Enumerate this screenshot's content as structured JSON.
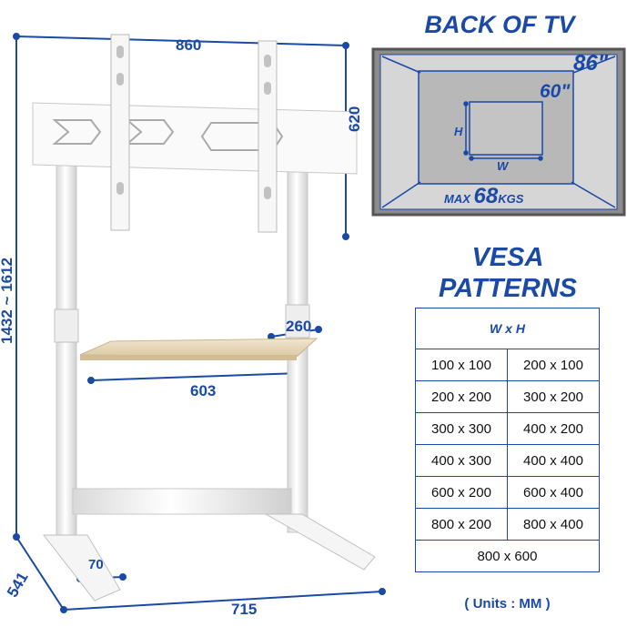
{
  "dimensions": {
    "width_top": "860",
    "height_bracket": "620",
    "height_range": "1432 ~ 1612",
    "shelf_depth": "260",
    "shelf_width": "603",
    "base_depth": "541",
    "foot_width": "70",
    "base_width": "715"
  },
  "back_of_tv": {
    "title": "BACK OF TV",
    "max_size": "86\"",
    "min_size": "60\"",
    "h_label": "H",
    "w_label": "W",
    "max_load_prefix": "MAX",
    "max_load_value": "68",
    "max_load_unit": "KGS"
  },
  "vesa": {
    "title_line1": "VESA",
    "title_line2": "PATTERNS",
    "header": "W x H",
    "rows": [
      [
        "100 x 100",
        "200 x 100"
      ],
      [
        "200 x 200",
        "300 x 200"
      ],
      [
        "300 x 300",
        "400 x 200"
      ],
      [
        "400 x 300",
        "400 x 400"
      ],
      [
        "600 x 200",
        "600 x 400"
      ],
      [
        "800 x 200",
        "800 x 400"
      ]
    ],
    "last_row": "800 x 600",
    "units": "( Units : MM )"
  },
  "colors": {
    "accent": "#1a49a6",
    "stand": "#f4f4f4",
    "shelf": "#e8d9bd",
    "tv_panel": "#8c8c8c"
  }
}
